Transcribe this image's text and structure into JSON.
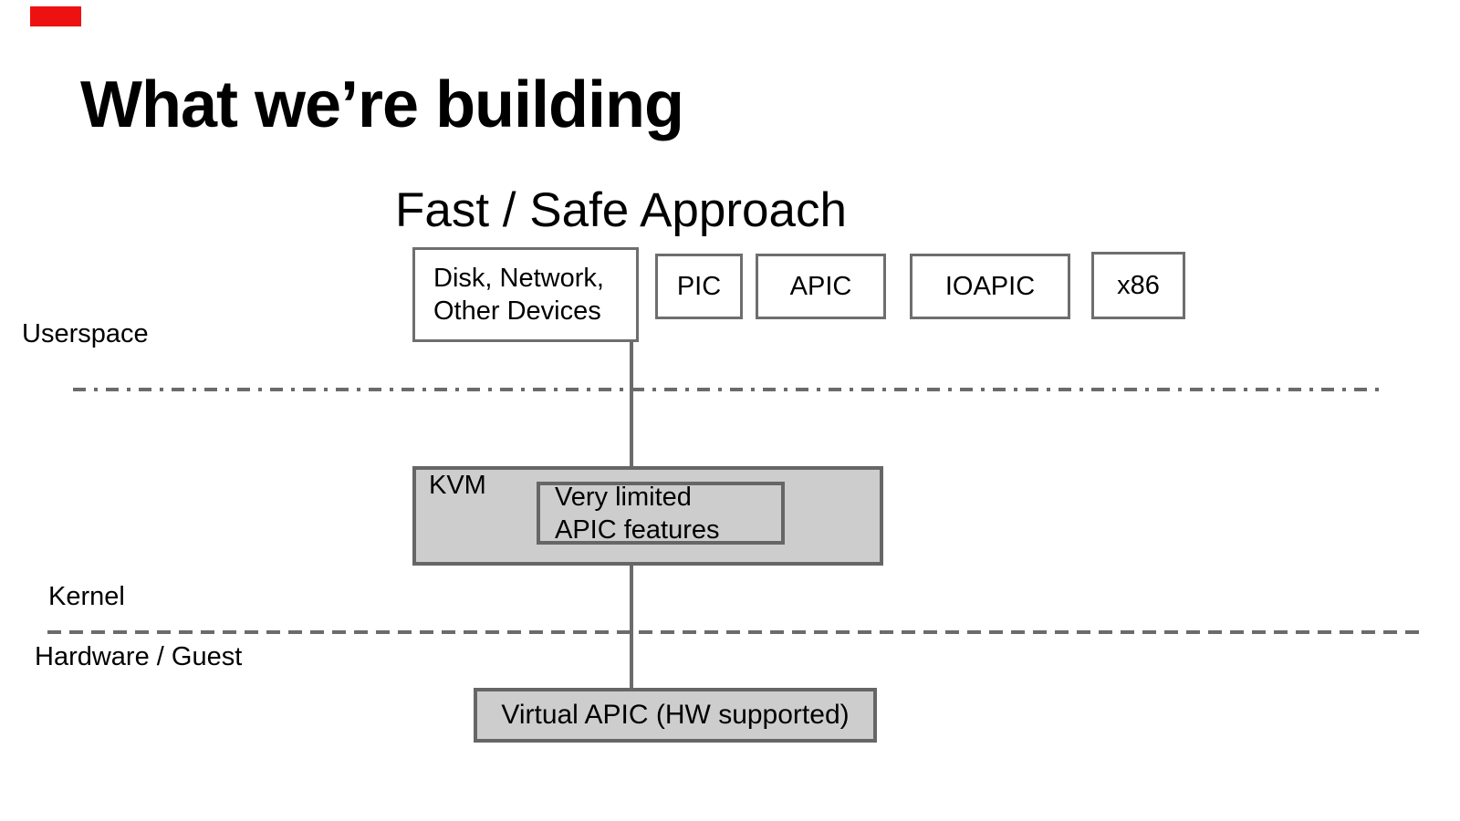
{
  "slide": {
    "title": "What we’re building",
    "subtitle": "Fast / Safe Approach",
    "colors": {
      "marker_red": "#ee1111",
      "box_border": "#6e6e6e",
      "gray_fill": "#cdcdcd",
      "line_gray": "#6b6b6b",
      "text": "#000000",
      "background": "#ffffff"
    }
  },
  "layers": {
    "userspace_label": "Userspace",
    "kernel_label": "Kernel",
    "hardware_label": "Hardware / Guest"
  },
  "diagram": {
    "device_box": {
      "line1": "Disk, Network,",
      "line2": "Other Devices"
    },
    "chips": [
      "PIC",
      "APIC",
      "IOAPIC",
      "x86"
    ],
    "kvm_box": {
      "label": "KVM",
      "inner_line1": "Very limited",
      "inner_line2": "APIC features"
    },
    "vapic_box_label": "Virtual APIC (HW supported)"
  }
}
